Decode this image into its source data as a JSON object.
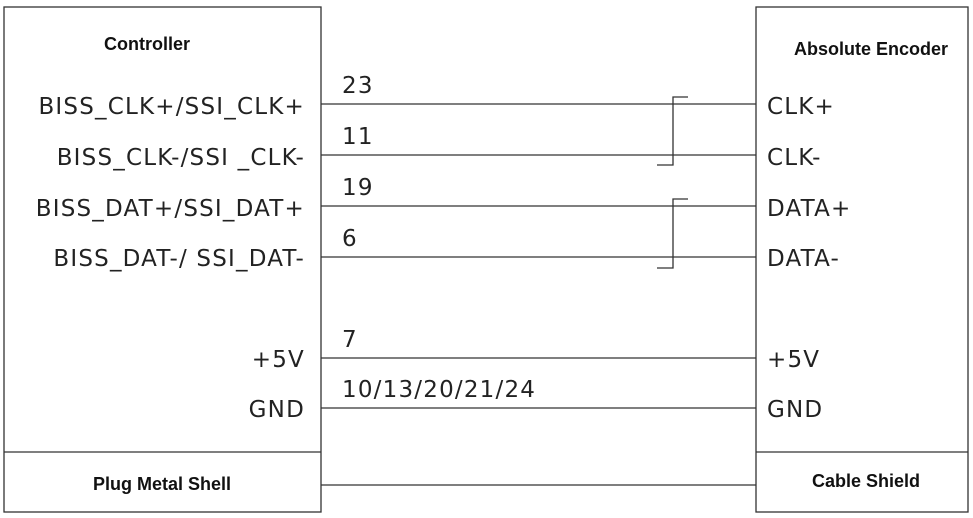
{
  "controller": {
    "title": "Controller",
    "signals": [
      "BISS_CLK+/SSI_CLK+",
      "BISS_CLK-/SSI _CLK-",
      "BISS_DAT+/SSI_DAT+",
      "BISS_DAT-/ SSI_DAT-",
      "+5V",
      "GND"
    ],
    "footer": "Plug Metal Shell"
  },
  "encoder": {
    "title": "Absolute Encoder",
    "signals": [
      "CLK+",
      "CLK-",
      "DATA+",
      "DATA-",
      "+5V",
      "GND"
    ],
    "footer": "Cable Shield"
  },
  "pins": [
    "23",
    "11",
    "19",
    "6",
    "7",
    "10/13/20/21/24"
  ]
}
